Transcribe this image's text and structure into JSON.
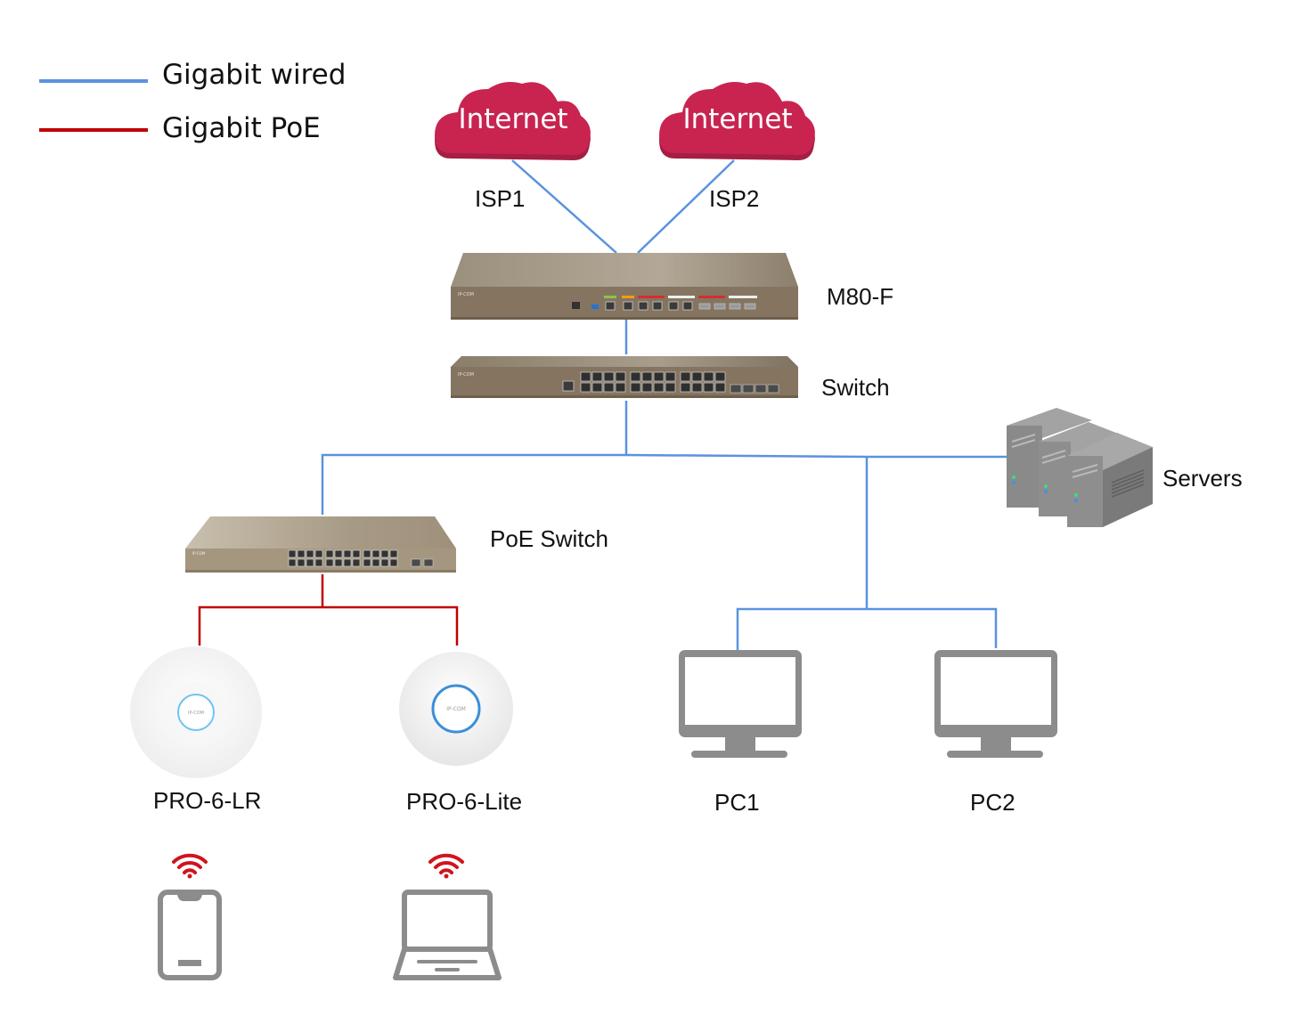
{
  "legend": {
    "items": [
      {
        "label": "Gigabit wired",
        "color": "#5b93df"
      },
      {
        "label": "Gigabit PoE",
        "color": "#c00000"
      }
    ]
  },
  "colors": {
    "wired": "#5b93df",
    "poe": "#c00000",
    "cloud": "#c8244f",
    "cloud_shadow": "#a51e43",
    "device_gray": "#8c8c8c",
    "wifi": "#d0141d",
    "hardware_body": "#857560"
  },
  "nodes": {
    "internet1": {
      "label": "Internet",
      "link_label": "ISP1",
      "icon": "cloud-icon"
    },
    "internet2": {
      "label": "Internet",
      "link_label": "ISP2",
      "icon": "cloud-icon"
    },
    "router": {
      "label": "M80-F",
      "icon": "router-icon",
      "brand": "IP-COM"
    },
    "switch": {
      "label": "Switch",
      "icon": "switch-icon",
      "brand": "IP-COM"
    },
    "servers": {
      "label": "Servers",
      "icon": "server-rack-icon"
    },
    "poe_switch": {
      "label": "PoE Switch",
      "icon": "poe-switch-icon",
      "brand": "IP-COM"
    },
    "ap1": {
      "label": "PRO-6-LR",
      "icon": "access-point-icon",
      "brand": "IP-COM"
    },
    "ap2": {
      "label": "PRO-6-Lite",
      "icon": "access-point-icon",
      "brand": "IP-COM"
    },
    "pc1": {
      "label": "PC1",
      "icon": "monitor-icon"
    },
    "pc2": {
      "label": "PC2",
      "icon": "monitor-icon"
    },
    "phone": {
      "icon": "smartphone-icon",
      "connection": "wifi"
    },
    "laptop": {
      "icon": "laptop-icon",
      "connection": "wifi"
    }
  },
  "links": [
    {
      "from": "internet1",
      "to": "router",
      "type": "wired"
    },
    {
      "from": "internet2",
      "to": "router",
      "type": "wired"
    },
    {
      "from": "router",
      "to": "switch",
      "type": "wired"
    },
    {
      "from": "switch",
      "to": "poe_switch",
      "type": "wired"
    },
    {
      "from": "switch",
      "to": "servers",
      "type": "wired"
    },
    {
      "from": "switch",
      "to": "pc1",
      "type": "wired"
    },
    {
      "from": "switch",
      "to": "pc2",
      "type": "wired"
    },
    {
      "from": "poe_switch",
      "to": "ap1",
      "type": "poe"
    },
    {
      "from": "poe_switch",
      "to": "ap2",
      "type": "poe"
    },
    {
      "from": "ap1",
      "to": "phone",
      "type": "wifi"
    },
    {
      "from": "ap2",
      "to": "laptop",
      "type": "wifi"
    }
  ]
}
